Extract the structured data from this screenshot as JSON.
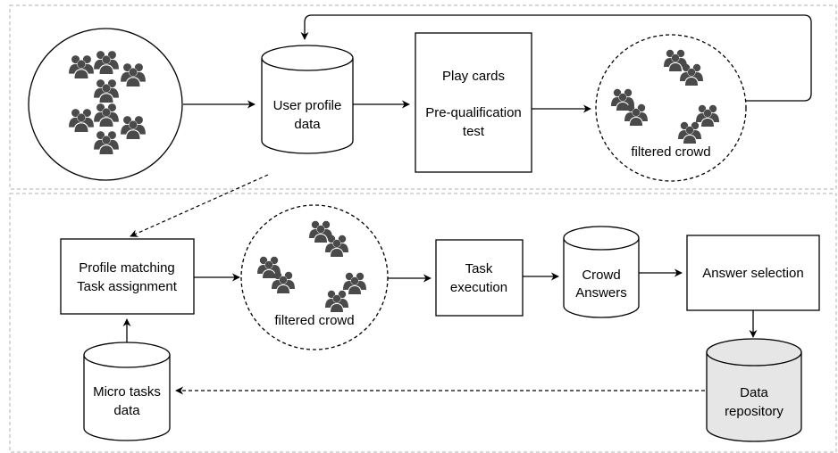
{
  "top_section": {
    "user_profile_data": [
      "User profile",
      "data"
    ],
    "pre_qualification_box": [
      "Play cards",
      "Pre-qualification",
      "test"
    ],
    "filtered_crowd_label": "filtered crowd"
  },
  "bottom_section": {
    "profile_matching_box": [
      "Profile matching",
      "Task assignment"
    ],
    "filtered_crowd_label": "filtered crowd",
    "task_execution_box": [
      "Task",
      "execution"
    ],
    "crowd_answers_db": [
      "Crowd",
      "Answers"
    ],
    "answer_selection_box": "Answer selection",
    "data_repository_db": [
      "Data",
      "repository"
    ],
    "micro_tasks_db": [
      "Micro tasks",
      "data"
    ]
  },
  "colors": {
    "stroke": "#000000",
    "person_icon": "#4a4a4a",
    "section_border": "#b0b0b0",
    "data_repository_fill": "#e6e6e6"
  },
  "icons": [
    "user-group-icon"
  ]
}
